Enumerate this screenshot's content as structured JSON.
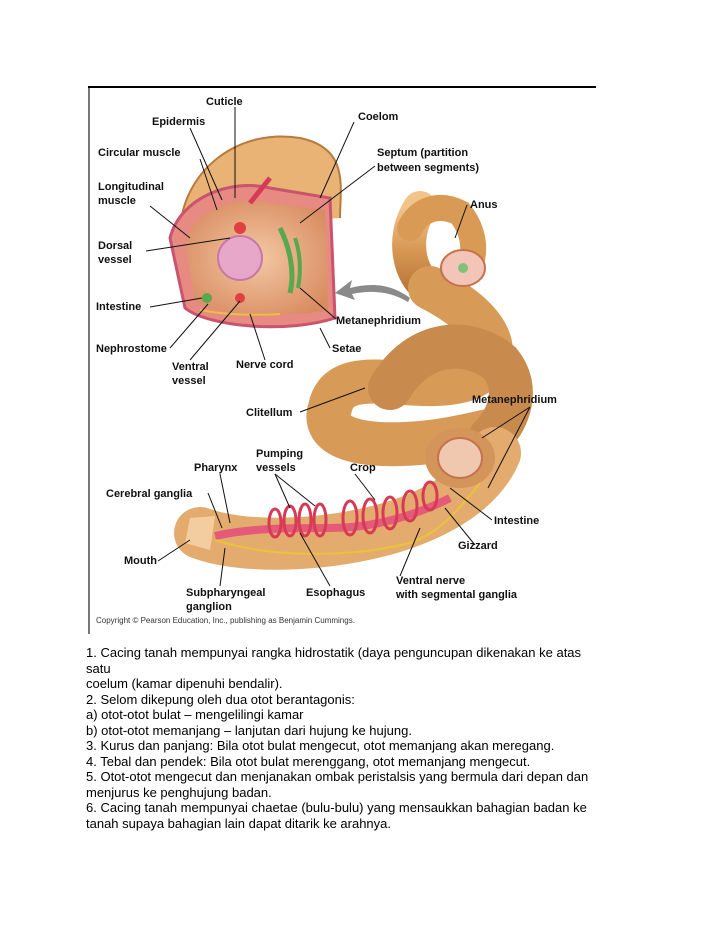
{
  "figure": {
    "labels": {
      "cuticle": "Cuticle",
      "epidermis": "Epidermis",
      "coelom": "Coelom",
      "circular_muscle": "Circular muscle",
      "septum_1": "Septum (partition",
      "septum_2": "between segments)",
      "longitudinal_1": "Longitudinal",
      "longitudinal_2": "muscle",
      "anus": "Anus",
      "dorsal_1": "Dorsal",
      "dorsal_2": "vessel",
      "intestine_top": "Intestine",
      "metanephridium_top": "Metanephridium",
      "nephrostome": "Nephrostome",
      "setae": "Setae",
      "ventral_1": "Ventral",
      "ventral_2": "vessel",
      "nerve_cord": "Nerve cord",
      "clitellum": "Clitellum",
      "metanephridium_right": "Metanephridium",
      "pumping_1": "Pumping",
      "pumping_2": "vessels",
      "pharynx": "Pharynx",
      "crop": "Crop",
      "cerebral_ganglia": "Cerebral ganglia",
      "intestine_bottom": "Intestine",
      "gizzard": "Gizzard",
      "mouth": "Mouth",
      "subpharyngeal_1": "Subpharyngeal",
      "subpharyngeal_2": "ganglion",
      "esophagus": "Esophagus",
      "ventral_nerve_1": "Ventral nerve",
      "ventral_nerve_2": "with segmental ganglia"
    },
    "copyright": "Copyright © Pearson Education, Inc., publishing as Benjamin Cummings."
  },
  "text_lines": [
    "1. Cacing tanah mempunyai rangka hidrostatik (daya penguncupan dikenakan ke atas",
    "satu",
    "coelum (kamar dipenuhi bendalir).",
    "2. Selom dikepung oleh dua otot berantagonis:",
    "a) otot-otot bulat – mengelilingi kamar",
    "b) otot-otot memanjang – lanjutan dari hujung ke hujung.",
    "3. Kurus dan panjang: Bila otot bulat mengecut, otot memanjang akan meregang.",
    "4. Tebal dan pendek: Bila otot bulat merenggang, otot memanjang mengecut.",
    "5. Otot-otot mengecut dan menjanakan ombak peristalsis yang bermula dari depan dan",
    "menjurus ke penghujung badan.",
    "6. Cacing tanah mempunyai chaetae (bulu-bulu) yang mensaukkan bahagian badan ke",
    "tanah supaya bahagian lain dapat ditarik ke arahnya."
  ]
}
